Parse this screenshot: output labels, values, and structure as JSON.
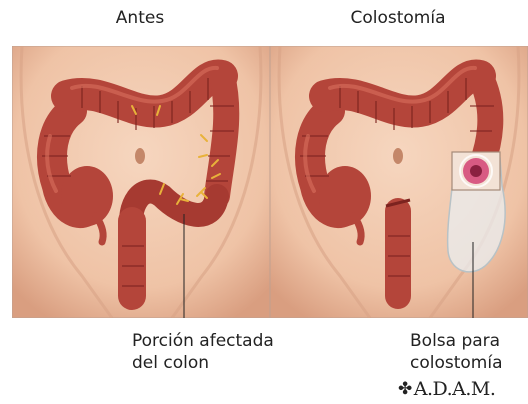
{
  "panels": {
    "before": {
      "title": "Antes",
      "caption_line1": "Porción afectada",
      "caption_line2": "del colon"
    },
    "after": {
      "title": "Colostomía",
      "caption_line1": "Bolsa para",
      "caption_line2": "colostomía"
    }
  },
  "logo": {
    "text": "A.D.A.M."
  },
  "colors": {
    "skin": "#f1c9ad",
    "skin_shadow": "#dda285",
    "colon": "#b4453a",
    "colon_dark": "#7c231f",
    "colon_light": "#d9705e",
    "vessel": "#e8b23a",
    "pouch": "#e9eef0",
    "stoma": "#d85a83"
  }
}
